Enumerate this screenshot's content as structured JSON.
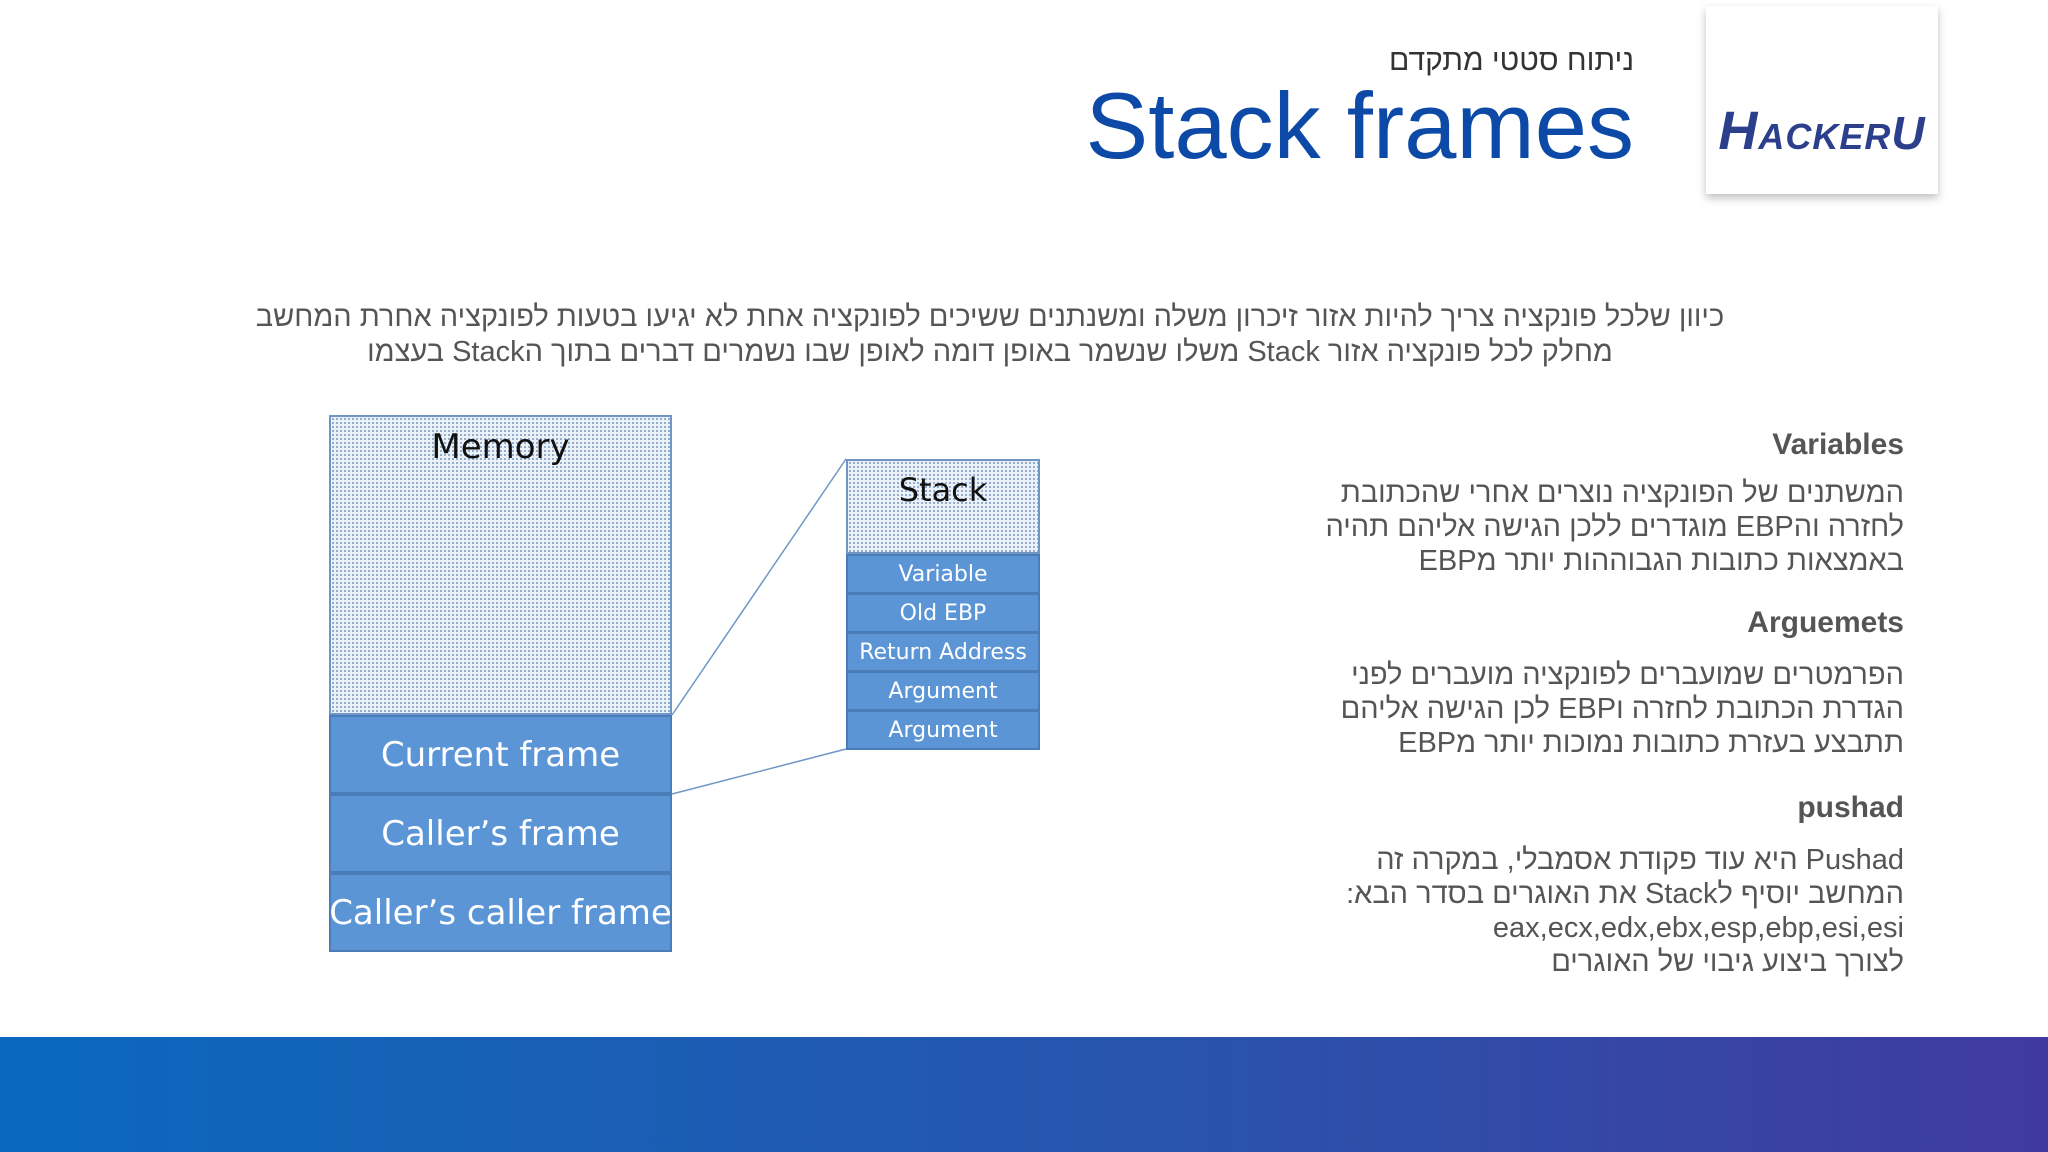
{
  "header": {
    "subtitle": "ניתוח סטטי מתקדם",
    "title": "Stack frames",
    "logo_text": "HACKERU"
  },
  "intro": {
    "line1": "כיוון שלכל פונקציה צריך להיות אזור זיכרון משלה ומשנתנים ששיכים לפונקציה אחת לא יגיעו בטעות לפונקציה אחרת המחשב",
    "line2": "מחלק לכל פונקציה אזור Stack משלו שנשמר באופן דומה לאופן שבו נשמרים דברים בתוך הStack בעצמו"
  },
  "memory_diagram": {
    "label": "Memory",
    "frames": [
      "Current frame",
      "Caller’s frame",
      "Caller’s caller frame"
    ]
  },
  "stack_diagram": {
    "label": "Stack",
    "rows": [
      "Variable",
      "Old EBP",
      "Return Address",
      "Argument",
      "Argument"
    ]
  },
  "sections": [
    {
      "heading": "Variables",
      "lines": [
        "המשתנים של הפונקציה נוצרים אחרי שהכתובת",
        "לחזרה והEBP מוגדרים ללכן הגישה אליהם תהיה",
        "באמצאות כתובות הגבוההות יותר מEBP"
      ]
    },
    {
      "heading": "Arguemets",
      "lines": [
        "הפרמטרים שמועברים לפונקציה מועברים לפני",
        "הגדרת הכתובת לחזרה וEBP לכן הגישה אליהם",
        "תתבצע בעזרת כתובות נמוכות יותר מEBP"
      ]
    },
    {
      "heading": "pushad",
      "lines": [
        "Pushad היא עוד פקודת אסמבלי, במקרה זה",
        "המחשב יוסיף לStack את האוגרים בסדר הבא:",
        "eax,ecx,edx,ebx,esp,ebp,esi,esi",
        "לצורך ביצוע גיבוי של האוגרים"
      ]
    }
  ],
  "colors": {
    "title": "#0d4aa8",
    "frame_fill": "#5b95d6",
    "footer_start": "#0a69be",
    "footer_end": "#403aa0"
  }
}
